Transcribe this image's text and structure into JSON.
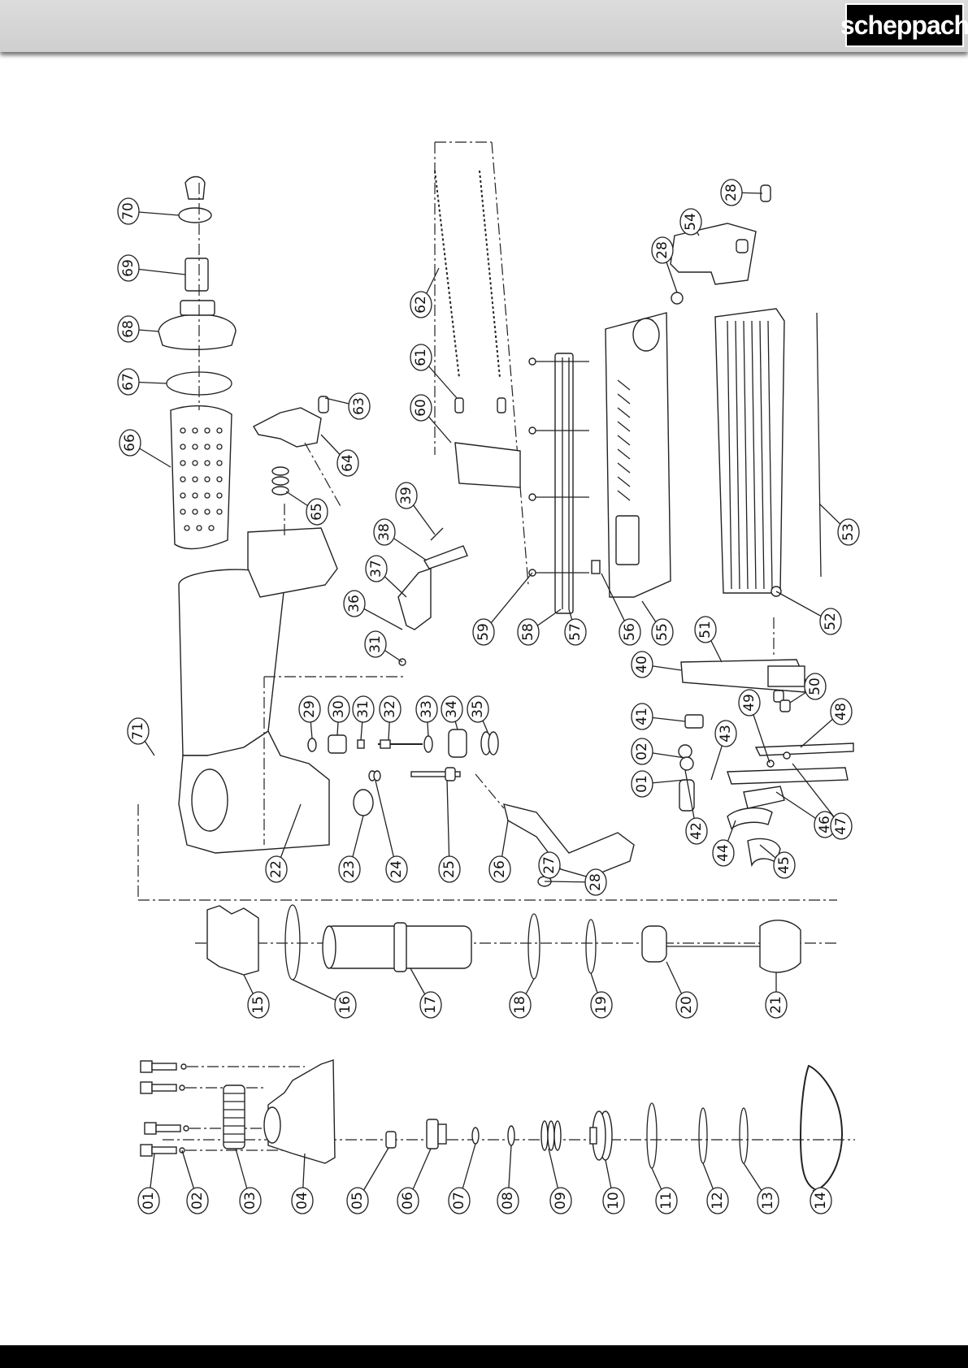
{
  "brand": {
    "logo_text": "scheppach"
  },
  "diagram": {
    "part_numbers": [
      "01",
      "02",
      "03",
      "04",
      "05",
      "06",
      "07",
      "08",
      "09",
      "10",
      "11",
      "12",
      "13",
      "14",
      "15",
      "16",
      "17",
      "18",
      "19",
      "20",
      "21",
      "22",
      "23",
      "24",
      "25",
      "26",
      "27",
      "28",
      "29",
      "30",
      "31",
      "32",
      "33",
      "34",
      "35",
      "36",
      "37",
      "38",
      "39",
      "40",
      "41",
      "42",
      "43",
      "44",
      "45",
      "46",
      "47",
      "48",
      "49",
      "50",
      "51",
      "52",
      "53",
      "54",
      "55",
      "56",
      "57",
      "58",
      "59",
      "60",
      "61",
      "62",
      "63",
      "64",
      "65",
      "66",
      "67",
      "68",
      "69",
      "70",
      "71"
    ],
    "repeated_labels": [
      "28",
      "28",
      "31",
      "01",
      "02"
    ]
  }
}
